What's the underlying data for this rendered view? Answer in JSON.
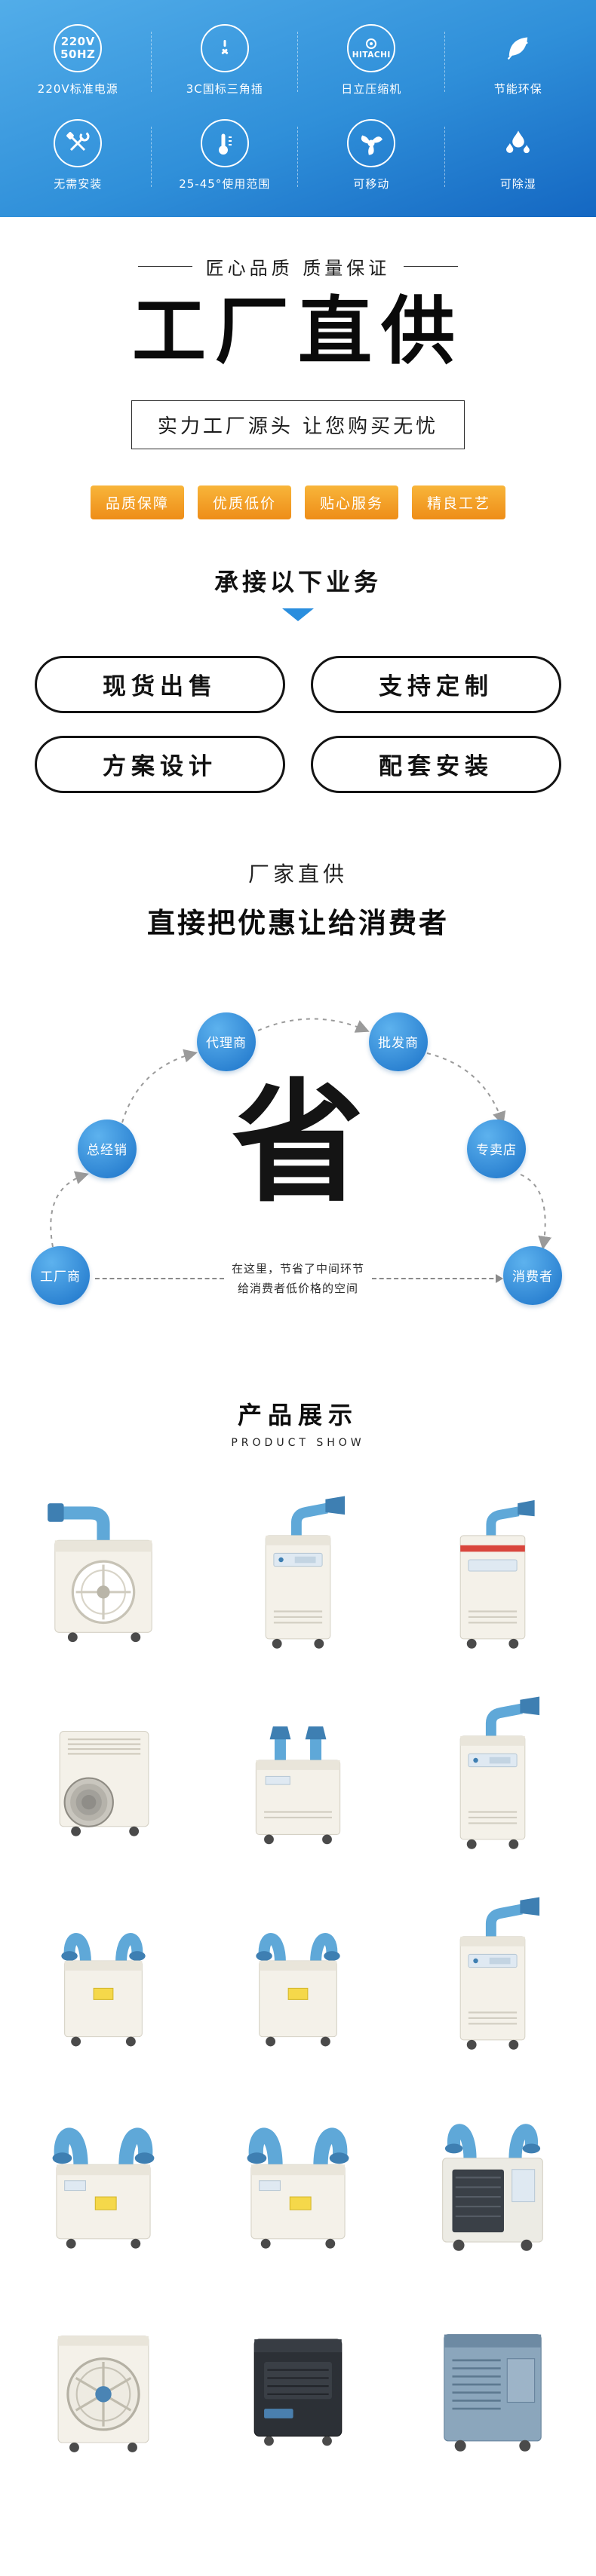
{
  "colors": {
    "banner_blue_top": "#52ade9",
    "banner_blue_bottom": "#1467c2",
    "accent_blue": "#2a8ede",
    "tag_orange": "#ee8d18",
    "duct_blue": "#5fa8d8",
    "node_blue": "#1b72c8"
  },
  "banner": {
    "features": [
      {
        "icon": "power-220v-icon",
        "line1": "220V",
        "line2": "50HZ",
        "label": "220V标准电源"
      },
      {
        "icon": "plug-icon",
        "label": "3C国标三角插"
      },
      {
        "icon": "hitachi-logo-icon",
        "text": "HITACHI",
        "label": "日立压缩机"
      },
      {
        "icon": "leaf-icon",
        "label": "节能环保"
      },
      {
        "icon": "tools-icon",
        "label": "无需安装"
      },
      {
        "icon": "thermometer-icon",
        "label": "25-45°使用范围"
      },
      {
        "icon": "fan-icon",
        "label": "可移动"
      },
      {
        "icon": "water-drops-icon",
        "label": "可除湿"
      }
    ]
  },
  "factory": {
    "tagline": "匠心品质 质量保证",
    "title": "工厂直供",
    "subtitle": "实力工厂源头 让您购买无忧",
    "tags": [
      "品质保障",
      "优质低价",
      "贴心服务",
      "精良工艺"
    ],
    "business_title": "承接以下业务",
    "buttons": [
      "现货出售",
      "支持定制",
      "方案设计",
      "配套安装"
    ]
  },
  "supply": {
    "title": "厂家直供",
    "subtitle": "直接把优惠让给消费者",
    "center_char": "省",
    "nodes": [
      "总经销",
      "代理商",
      "批发商",
      "专卖店",
      "工厂商",
      "消费者"
    ],
    "note_line1": "在这里，节省了中间环节",
    "note_line2": "给消费者低价格的空间"
  },
  "products": {
    "title": "产品展示",
    "subtitle": "PRODUCT SHOW",
    "items": [
      {
        "variant": "box-fan-duct-left"
      },
      {
        "variant": "tower-duct-right"
      },
      {
        "variant": "tower-duct-right-red"
      },
      {
        "variant": "box-front-hose"
      },
      {
        "variant": "box-dual-nozzle"
      },
      {
        "variant": "tower-duct-right"
      },
      {
        "variant": "dual-duct-forward"
      },
      {
        "variant": "dual-duct-forward"
      },
      {
        "variant": "tower-duct-right"
      },
      {
        "variant": "dual-duct-large"
      },
      {
        "variant": "dual-duct-large"
      },
      {
        "variant": "industrial-dual-duct"
      },
      {
        "variant": "round-fan-unit"
      },
      {
        "variant": "black-box-unit"
      },
      {
        "variant": "blue-industrial-unit"
      }
    ]
  }
}
